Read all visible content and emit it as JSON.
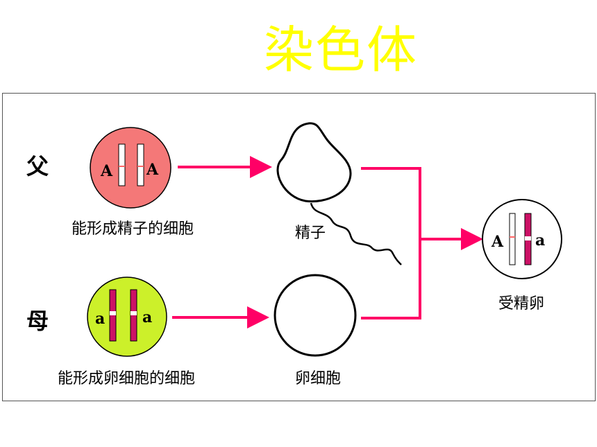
{
  "title": "染色体",
  "father": {
    "label": "父",
    "cell_caption": "能形成精子的细胞",
    "cell_color": "#f47878",
    "alleles": [
      "A",
      "A"
    ],
    "gamete_caption": "精子"
  },
  "mother": {
    "label": "母",
    "cell_caption": "能形成卵细胞的细胞",
    "cell_color": "#ccf02a",
    "alleles": [
      "a",
      "a"
    ],
    "gamete_caption": "卵细胞"
  },
  "zygote": {
    "caption": "受精卵",
    "alleles": [
      "A",
      "a"
    ]
  },
  "colors": {
    "title": "#ffff00",
    "arrow": "#ff0066",
    "chromosome_recessive": "#cc1166",
    "chromosome_dominant": "#ffffff"
  }
}
